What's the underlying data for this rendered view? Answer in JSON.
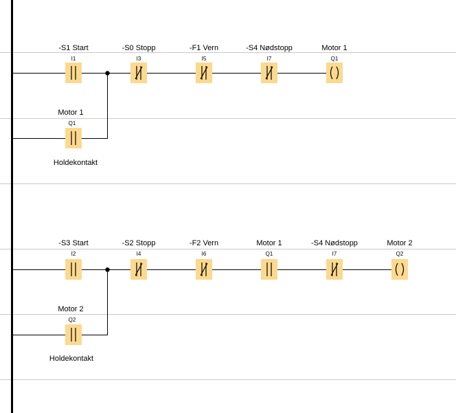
{
  "colors": {
    "contact_fill": "#fcd98f",
    "rail": "#000000",
    "grid": "#c8c8c8",
    "wire": "#000000"
  },
  "rungs": [
    {
      "elements": [
        {
          "type": "no-contact",
          "label": "-S1 Start",
          "addr": "I1"
        },
        {
          "type": "nc-contact",
          "label": "-S0 Stopp",
          "addr": "I3"
        },
        {
          "type": "nc-contact",
          "label": "-F1 Vern",
          "addr": "I5"
        },
        {
          "type": "nc-contact",
          "label": "-S4 Nødstopp",
          "addr": "I7"
        },
        {
          "type": "coil",
          "label": "Motor 1",
          "addr": "Q1"
        }
      ],
      "branch": {
        "type": "no-contact",
        "label": "Motor 1",
        "addr": "Q1",
        "note": "Holdekontakt"
      }
    },
    {
      "elements": [
        {
          "type": "no-contact",
          "label": "-S3 Start",
          "addr": "I2"
        },
        {
          "type": "nc-contact",
          "label": "-S2 Stopp",
          "addr": "I4"
        },
        {
          "type": "nc-contact",
          "label": "-F2 Vern",
          "addr": "I6"
        },
        {
          "type": "no-contact",
          "label": "Motor 1",
          "addr": "Q1"
        },
        {
          "type": "nc-contact",
          "label": "-S4 Nødstopp",
          "addr": "I7"
        },
        {
          "type": "coil",
          "label": "Motor 2",
          "addr": "Q2"
        }
      ],
      "branch": {
        "type": "no-contact",
        "label": "Motor 2",
        "addr": "Q2",
        "note": "Holdekontakt"
      }
    }
  ]
}
